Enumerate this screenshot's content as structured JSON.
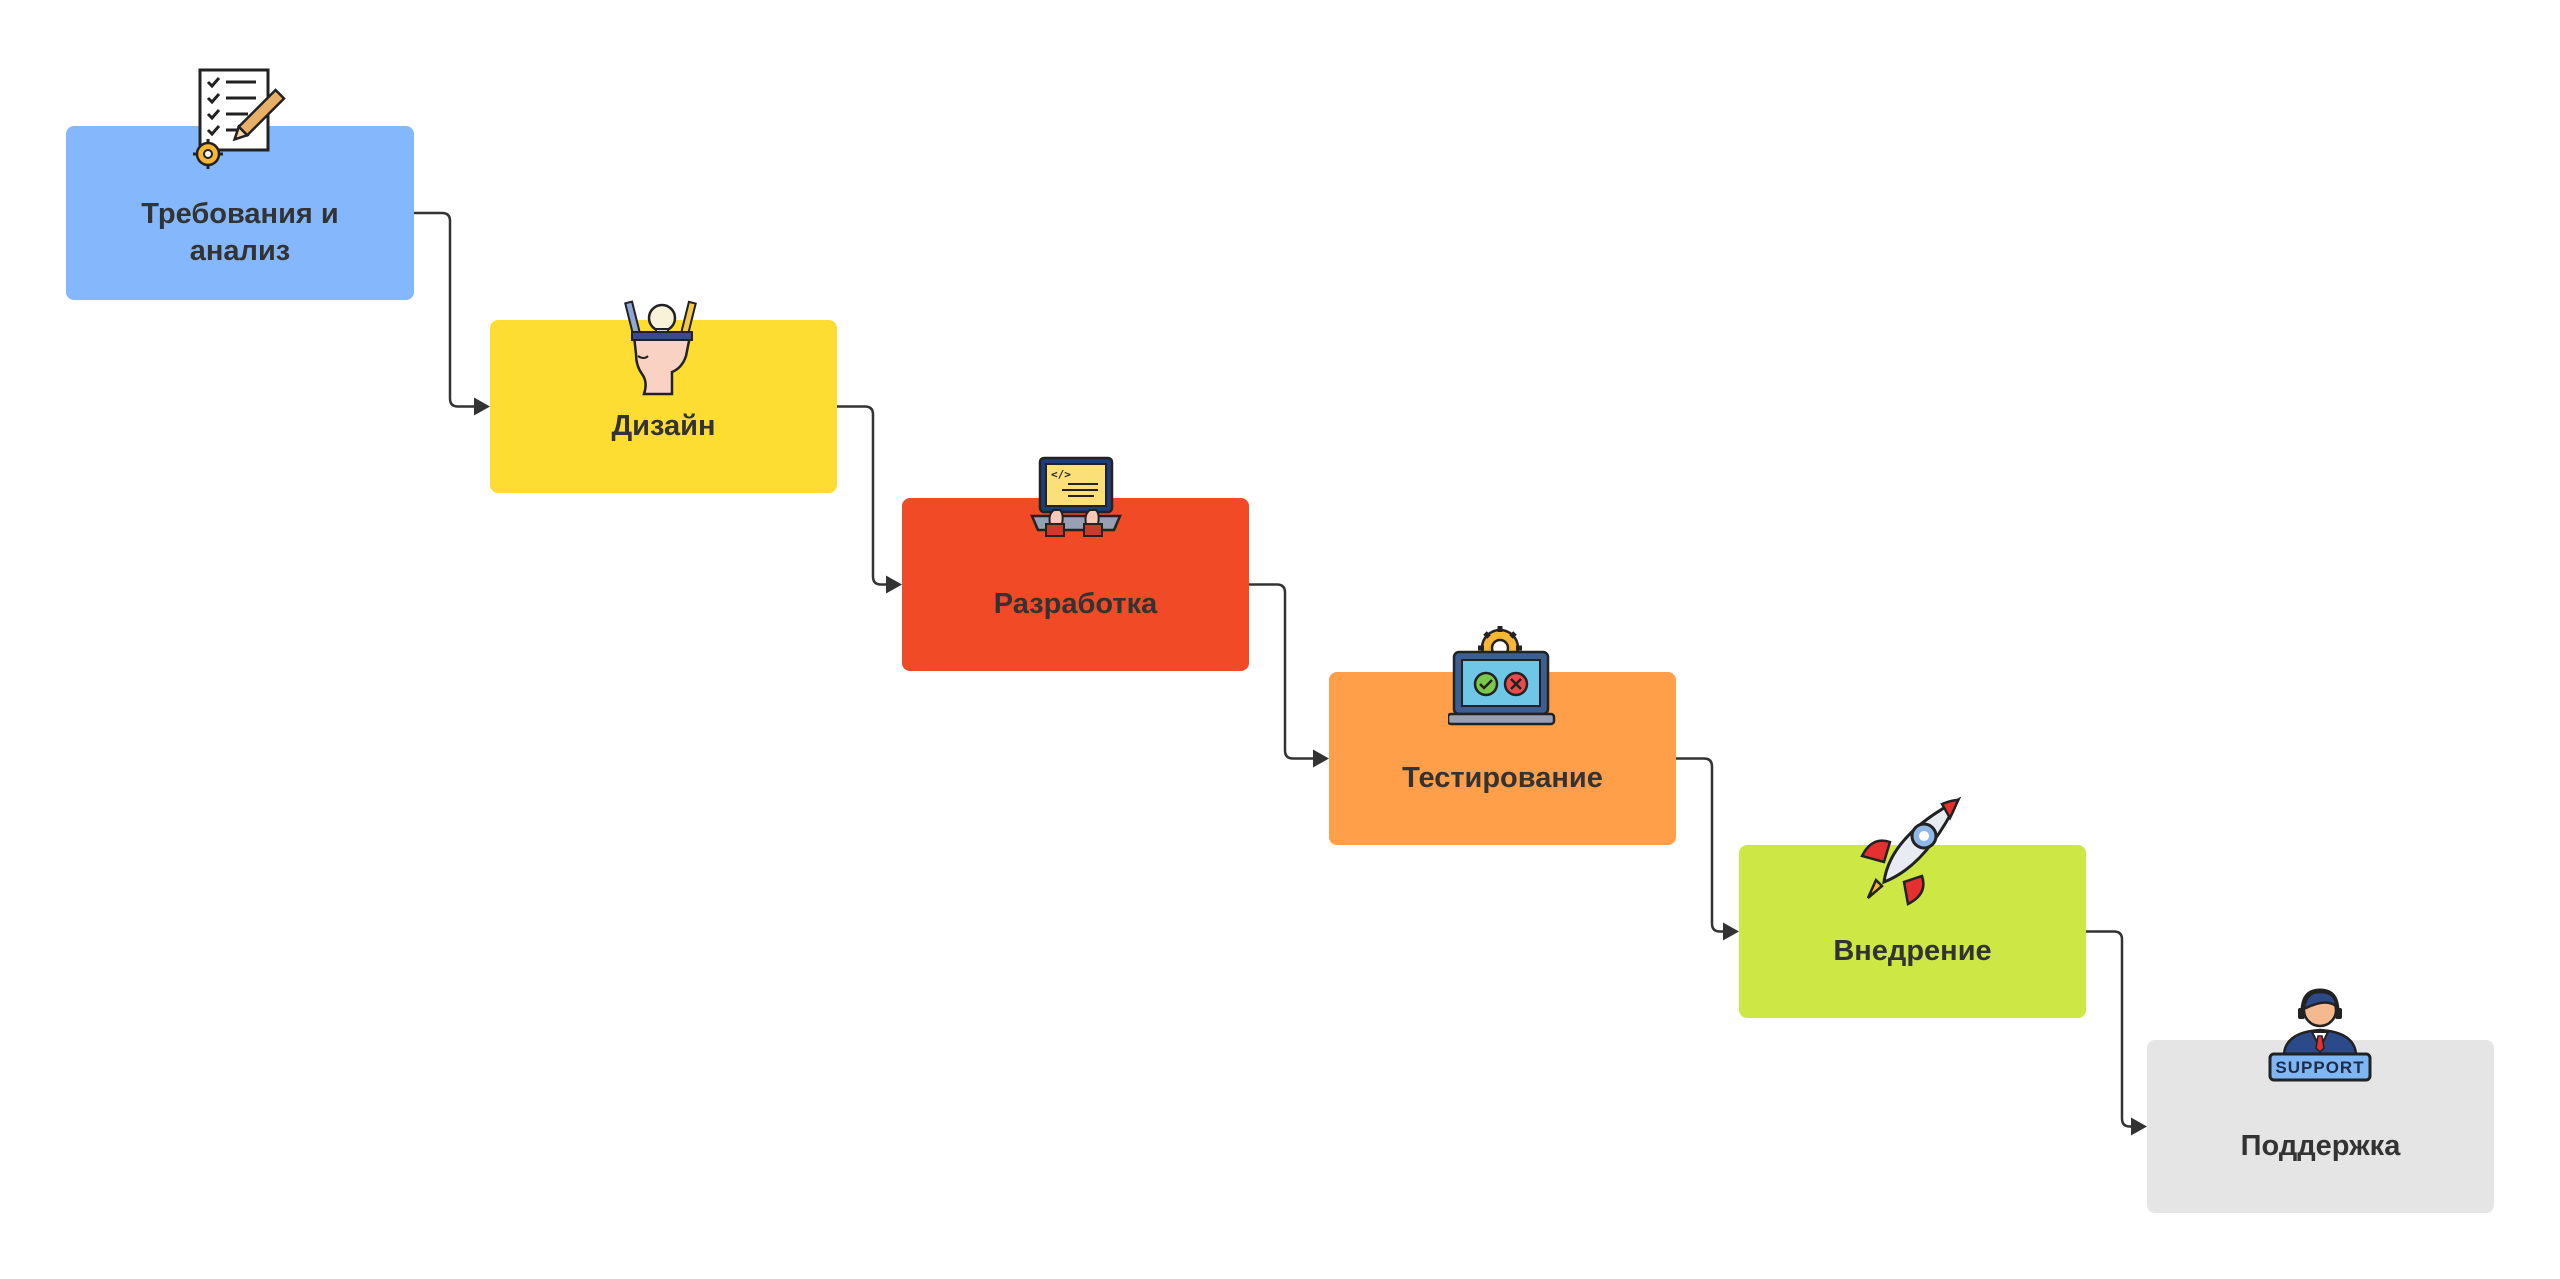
{
  "diagram": {
    "stages": [
      {
        "id": "req",
        "label": "Требования и\nанализ",
        "color": "#85B7FC",
        "icon": "requirements-checklist-icon"
      },
      {
        "id": "design",
        "label": "Дизайн",
        "color": "#FEDD32",
        "icon": "design-idea-head-icon"
      },
      {
        "id": "dev",
        "label": "Разработка",
        "color": "#F04A27",
        "icon": "coding-laptop-icon"
      },
      {
        "id": "test",
        "label": "Тестирование",
        "color": "#FF9F4A",
        "icon": "testing-laptop-gear-icon"
      },
      {
        "id": "deploy",
        "label": "Внедрение",
        "color": "#CDE844",
        "icon": "rocket-launch-icon"
      },
      {
        "id": "support",
        "label": "Поддержка",
        "color": "#E5E5E5",
        "icon": "support-agent-icon"
      }
    ],
    "support_badge_text": "SUPPORT",
    "connector_color": "#333333"
  }
}
